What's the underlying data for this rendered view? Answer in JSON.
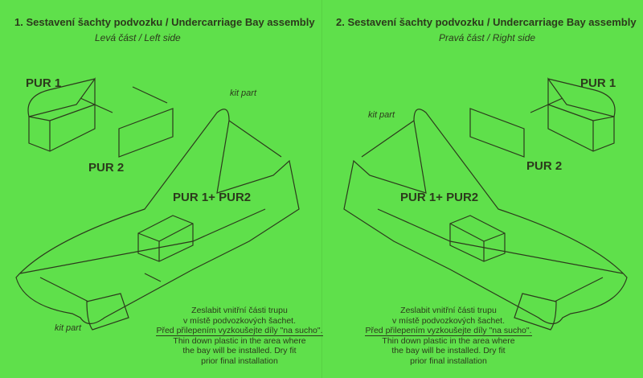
{
  "left": {
    "title": "1. Sestavení šachty podvozku / Undercarriage Bay assembly",
    "subtitle": "Levá část / Left side",
    "pur1": "PUR 1",
    "pur2": "PUR 2",
    "pur12": "PUR 1+ PUR2",
    "kit_top": "kit part",
    "kit_bottom": "kit part"
  },
  "right": {
    "title": "2. Sestavení šachty podvozku / Undercarriage Bay assembly",
    "subtitle": "Pravá část / Right side",
    "pur1": "PUR 1",
    "pur2": "PUR 2",
    "pur12": "PUR 1+ PUR2",
    "kit_top": "kit part"
  },
  "note": {
    "cz1": "Zeslabit vnitřní části trupu",
    "cz2": "v místě podvozkových šachet.",
    "cz3": "Před přilepením vyzkoušejte díly \"na sucho\".",
    "en1": "Thin down plastic in the area where",
    "en2": "the bay will be installed. Dry fit",
    "en3": "prior final installation"
  },
  "colors": {
    "background": "#5fe04b",
    "ink": "#2c3a1c"
  }
}
